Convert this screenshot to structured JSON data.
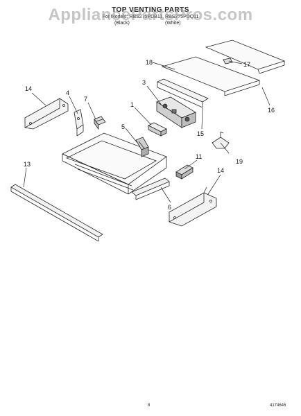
{
  "header": {
    "title": "TOP VENTING PARTS",
    "models": "For Models: RBS275PDB11, RBS275PDQ11",
    "colors": [
      "(Black)",
      "(White)"
    ]
  },
  "watermark": "AppliancePartsPros.com",
  "callouts": [
    "1",
    "3",
    "4",
    "5",
    "6",
    "7",
    "11",
    "13",
    "14",
    "14",
    "15",
    "16",
    "17",
    "18",
    "19"
  ],
  "footer": {
    "page": "8",
    "doc_number": "4174646"
  }
}
